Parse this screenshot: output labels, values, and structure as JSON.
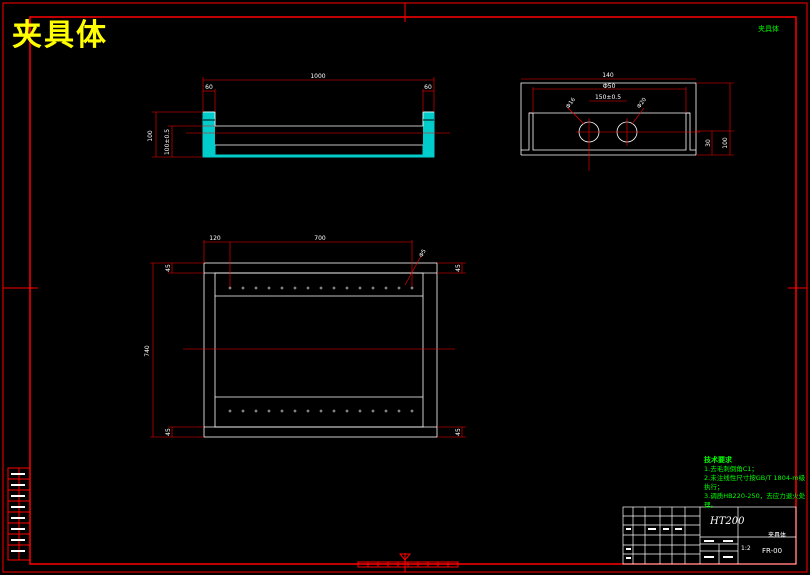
{
  "title": "夹具体",
  "corner_note": "夹具体",
  "front_view": {
    "dim_total_width": "1000",
    "dim_left_flange": "60",
    "dim_right_flange": "60",
    "dim_height": "100",
    "dim_depth": "100±0.5"
  },
  "side_view": {
    "dim_width": "140",
    "dim_inner": "Ф50",
    "dim_center": "150±0.5",
    "dim_hole_left": "Ф16",
    "dim_hole_right": "Ф20",
    "dim_base": "30",
    "dim_height": "100"
  },
  "top_view": {
    "dim_offset": "120",
    "dim_span": "700",
    "dim_length": "740",
    "dim_top_left": "45",
    "dim_top_right": "45",
    "dim_bottom_left": "45",
    "dim_bottom_right": "45",
    "dim_hole_note": "Ф5"
  },
  "technical_requirements": {
    "heading": "技术要求",
    "lines": [
      "1.去毛刺倒角C1；",
      "2.未注线性尺寸按GB/T 1804-m级执行；",
      "3.调质HB220-250，去应力退火处理。"
    ]
  },
  "title_block": {
    "material": "HT200",
    "part_name": "夹具体",
    "drawing_no": "FR-00",
    "scale": "1:2"
  },
  "colors": {
    "frame": "#ff0000",
    "outline": "#ffffff",
    "hatch": "#00cccc",
    "title": "#ffff00",
    "note": "#00ff00"
  }
}
